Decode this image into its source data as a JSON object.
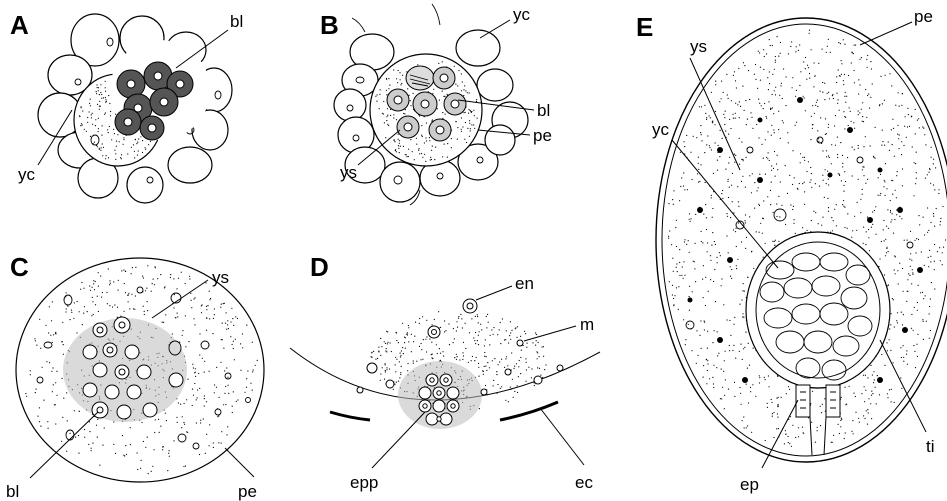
{
  "panels": [
    {
      "letter": "A",
      "labels": {
        "bl": "bl",
        "yc": "yc"
      }
    },
    {
      "letter": "B",
      "labels": {
        "yc": "yc",
        "bl": "bl",
        "pe": "pe",
        "ys": "ys"
      }
    },
    {
      "letter": "C",
      "labels": {
        "ys": "ys",
        "bl": "bl",
        "pe": "pe"
      }
    },
    {
      "letter": "D",
      "labels": {
        "en": "en",
        "m": "m",
        "epp": "epp",
        "ec": "ec"
      }
    },
    {
      "letter": "E",
      "labels": {
        "ys": "ys",
        "pe": "pe",
        "yc": "yc",
        "ti": "ti",
        "ep": "ep"
      }
    }
  ]
}
